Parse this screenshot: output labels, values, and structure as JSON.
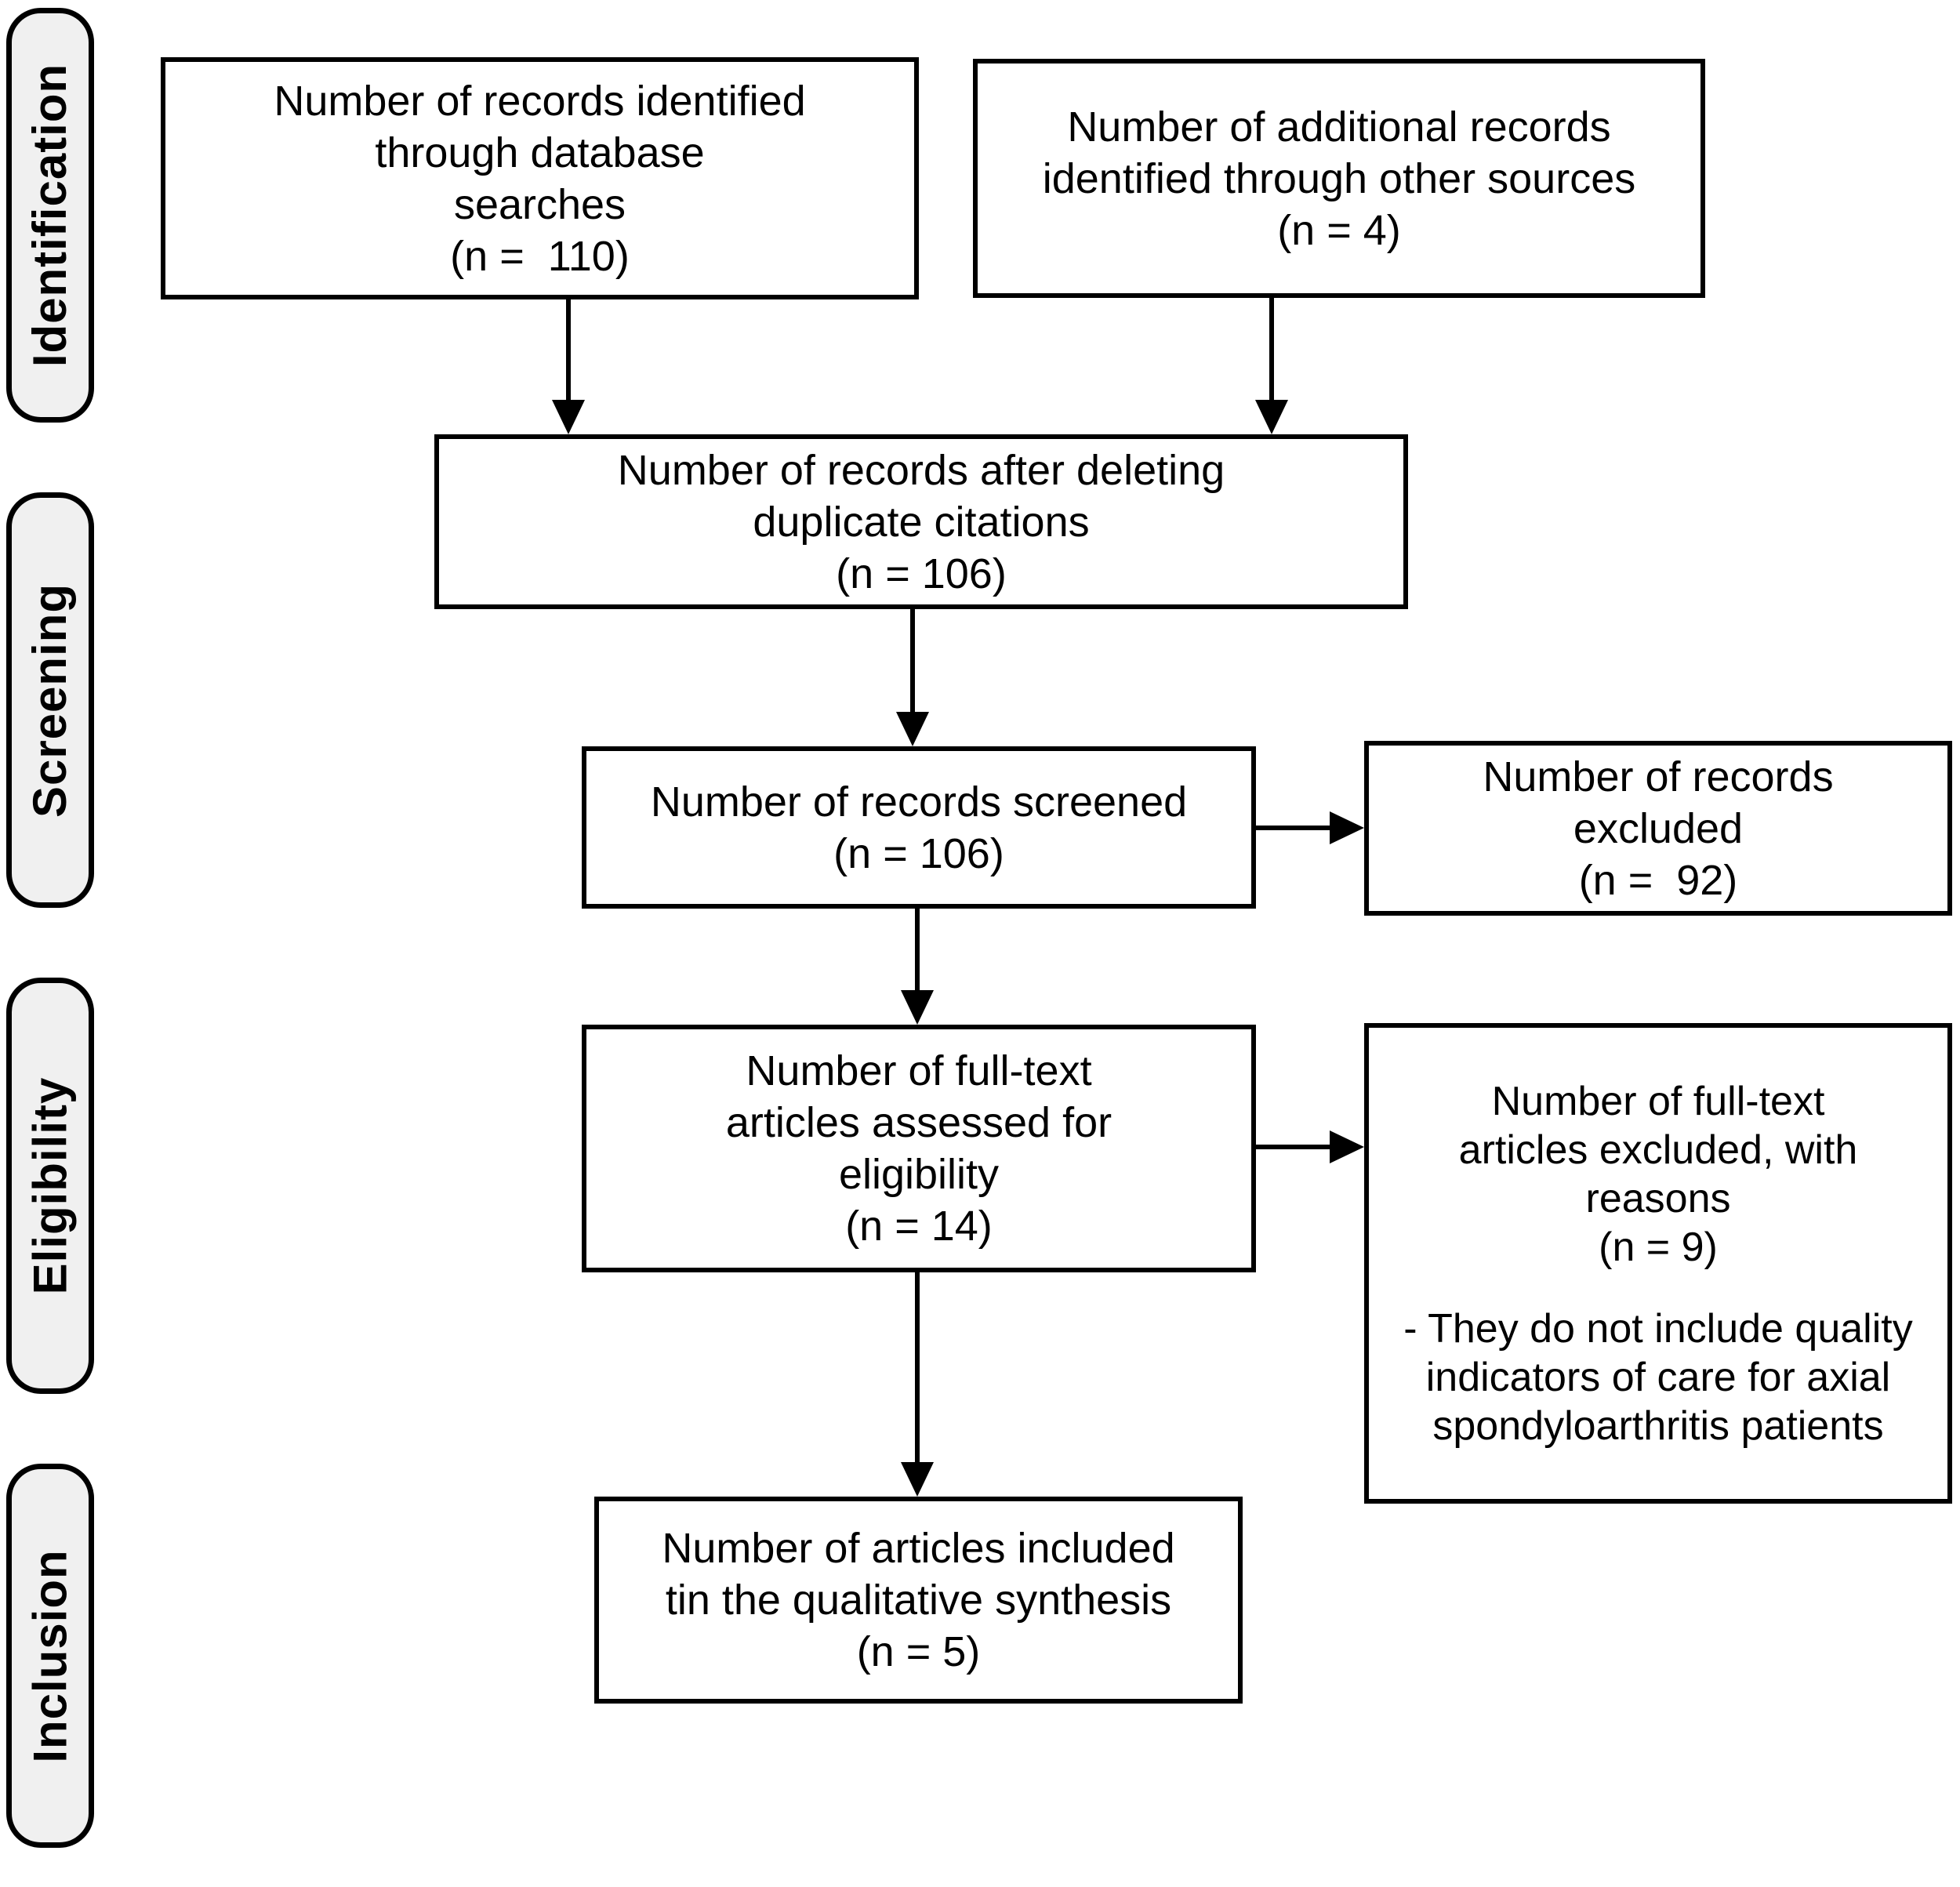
{
  "colors": {
    "background": "#ffffff",
    "box_fill": "#ffffff",
    "box_border": "#000000",
    "stage_fill": "#f0f0f0",
    "text": "#000000"
  },
  "stages": [
    {
      "label": "Identification"
    },
    {
      "label": "Screening"
    },
    {
      "label": "Eligibility"
    },
    {
      "label": "Inclusion"
    }
  ],
  "boxes": {
    "identified_database": {
      "lines": [
        "Number of records identified",
        "through database",
        "searches",
        "(n =  110)"
      ]
    },
    "identified_other": {
      "lines": [
        "Number of additional records",
        "identified through other sources",
        "(n = 4)"
      ]
    },
    "after_duplicates": {
      "lines": [
        "Number of records after deleting",
        "duplicate citations",
        "(n = 106)"
      ]
    },
    "screened": {
      "lines": [
        "Number of records screened",
        "(n = 106)"
      ]
    },
    "records_excluded": {
      "lines": [
        "Number of records",
        "excluded",
        "(n =  92)"
      ]
    },
    "fulltext_assessed": {
      "lines": [
        "Number of full-text",
        "articles assessed for",
        "eligibility",
        "(n = 14)"
      ]
    },
    "fulltext_excluded": {
      "lines": [
        "Number of full-text",
        "articles excluded, with",
        "reasons",
        "(n = 9)"
      ],
      "reasons": [
        "- They do not include quality",
        "indicators of care for axial",
        "spondyloarthritis patients"
      ]
    },
    "included_qualitative": {
      "lines": [
        "Number of articles included",
        "tin the qualitative synthesis",
        "(n = 5)"
      ]
    }
  }
}
